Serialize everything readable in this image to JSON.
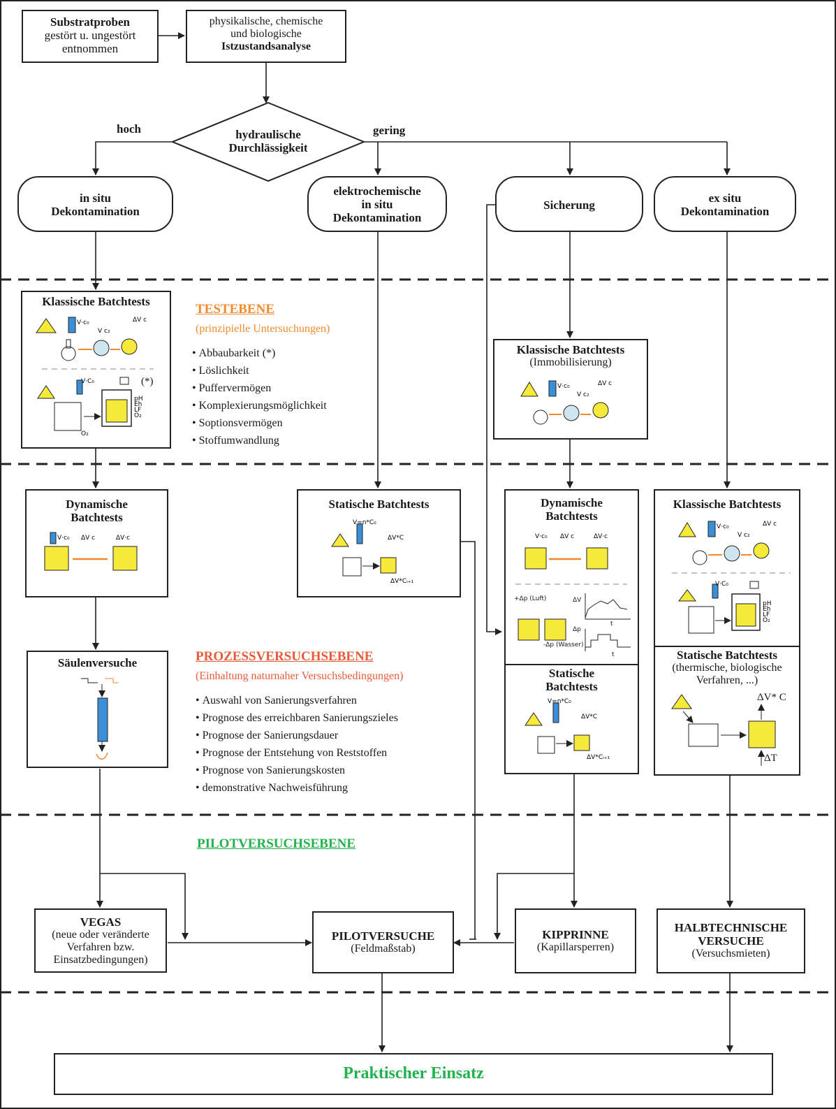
{
  "boxes": {
    "substratproben": {
      "title": "Substratproben",
      "line1": "gestört u. ungestört",
      "line2": "entnommen"
    },
    "istzustand": {
      "line1": "physikalische, chemische",
      "line2": "und biologische",
      "title": "Istzustandsanalyse"
    },
    "decision": {
      "line1": "hydraulische",
      "line2": "Durchlässigkeit",
      "high": "hoch",
      "low": "gering"
    },
    "insitu": {
      "line1": "in situ",
      "line2": "Dekontamination"
    },
    "elektro": {
      "line1": "elektrochemische",
      "line2": "in situ",
      "line3": "Dekontamination"
    },
    "sicherung": {
      "title": "Sicherung"
    },
    "exsitu": {
      "line1": "ex situ",
      "line2": "Dekontamination"
    },
    "klassisch1": {
      "title": "Klassische Batchtests",
      "note": "(*)"
    },
    "klassisch2": {
      "title": "Klassische Batchtests",
      "sub": "(Immobilisierung)"
    },
    "dynamisch1": {
      "line1": "Dynamische",
      "line2": "Batchtests"
    },
    "statisch1": {
      "title": "Statische Batchtests"
    },
    "dynamisch2": {
      "line1": "Dynamische",
      "line2": "Batchtests",
      "luft": "+Δp (Luft)",
      "wasser": "-Δp (Wasser)",
      "dv": "ΔV",
      "dp": "Δp",
      "t1": "t",
      "t2": "t"
    },
    "statisch2": {
      "line1": "Statische",
      "line2": "Batchtests"
    },
    "klassisch3": {
      "title": "Klassische Batchtests"
    },
    "statisch3": {
      "line1": "Statische Batchtests",
      "line2": "(thermische, biologische",
      "line3": "Verfahren, ...)",
      "dt": "ΔT",
      "dvc": "ΔV* C"
    },
    "saeulen": {
      "title": "Säulenversuche"
    },
    "vegas": {
      "title": "VEGAS",
      "line1": "(neue oder veränderte",
      "line2": "Verfahren bzw.",
      "line3": "Einsatzbedingungen)"
    },
    "pilot": {
      "title": "PILOTVERSUCHE",
      "sub": "(Feldmaßstab)"
    },
    "kipprinne": {
      "title": "KIPPRINNE",
      "sub": "(Kapillarsperren)"
    },
    "halbtech": {
      "line1": "HALBTECHNISCHE",
      "line2": "VERSUCHE",
      "sub": "(Versuchsmieten)"
    },
    "praktisch": {
      "title": "Praktischer Einsatz"
    }
  },
  "levels": {
    "test": {
      "title": "TESTEBENE",
      "sub": "(prinzipielle Untersuchungen)",
      "items": [
        "Abbaubarkeit (*)",
        "Löslichkeit",
        "Puffervermögen",
        "Komplexierungsmöglichkeit",
        "Soptionsvermögen",
        "Stoffumwandlung"
      ]
    },
    "prozess": {
      "title": "PROZESSVERSUCHSEBENE",
      "sub": "(Einhaltung naturnaher Versuchsbedingungen)",
      "items": [
        "Auswahl von Sanierungsverfahren",
        "Prognose des erreichbaren Sanierungszieles",
        "Prognose der Sanierungsdauer",
        "Prognose der Entstehung von Reststoffen",
        "Prognose von Sanierungskosten",
        "demonstrative Nachweisführung"
      ]
    },
    "pilot": {
      "title": "PILOTVERSUCHSEBENE"
    }
  },
  "colors": {
    "orange": "#f08a2c",
    "red": "#e85a3a",
    "green": "#22b24c",
    "yellow": "#f5ea3a",
    "blue": "#3a8fd6"
  }
}
